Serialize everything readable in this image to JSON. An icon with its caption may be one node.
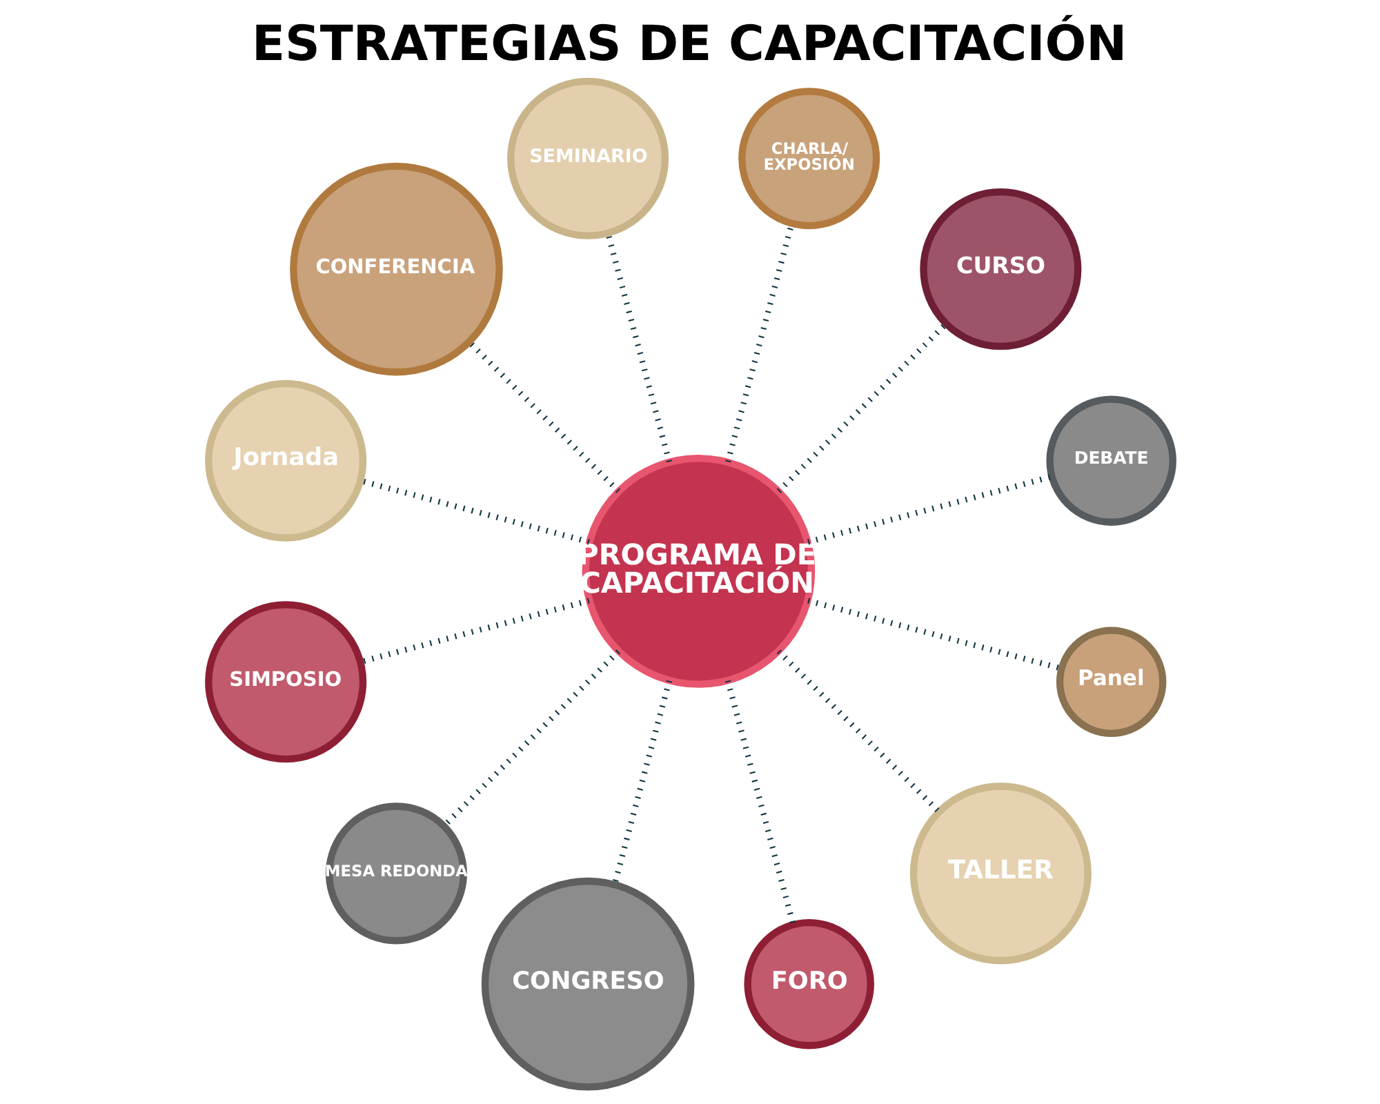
{
  "diagram": {
    "title": "ESTRATEGIAS DE CAPACITACIÓN",
    "nodes": [
      {
        "text": [
          "PROGRAMA DE CAPACITACIÓN"
        ]
      },
      {
        "text": [
          "DEBATE"
        ]
      },
      {
        "text": [
          "CURSO"
        ]
      },
      {
        "text": [
          "CHARLA/ EXPOSIÓN"
        ]
      },
      {
        "text": [
          "SEMINARIO"
        ]
      },
      {
        "text": [
          "CONFERENCIA"
        ]
      },
      {
        "text": [
          "Jornada"
        ]
      },
      {
        "text": [
          "SIMPOSIO"
        ]
      },
      {
        "text": [
          "MESA REDONDA"
        ]
      },
      {
        "text": [
          "CONGRESO"
        ]
      },
      {
        "text": [
          "FORO"
        ]
      },
      {
        "text": [
          "TALLER"
        ]
      },
      {
        "text": [
          "Panel"
        ]
      }
    ],
    "edges": [
      {
        "from": 0,
        "to": 1,
        "arrow": "none"
      },
      {
        "from": 0,
        "to": 2,
        "arrow": "none"
      },
      {
        "from": 0,
        "to": 3,
        "arrow": "none"
      },
      {
        "from": 0,
        "to": 4,
        "arrow": "none"
      },
      {
        "from": 0,
        "to": 5,
        "arrow": "none"
      },
      {
        "from": 0,
        "to": 6,
        "arrow": "none"
      },
      {
        "from": 0,
        "to": 7,
        "arrow": "none"
      },
      {
        "from": 0,
        "to": 8,
        "arrow": "none"
      },
      {
        "from": 0,
        "to": 9,
        "arrow": "none"
      },
      {
        "from": 0,
        "to": 10,
        "arrow": "none"
      },
      {
        "from": 0,
        "to": 11,
        "arrow": "none"
      },
      {
        "from": 0,
        "to": 12,
        "arrow": "none"
      }
    ]
  }
}
